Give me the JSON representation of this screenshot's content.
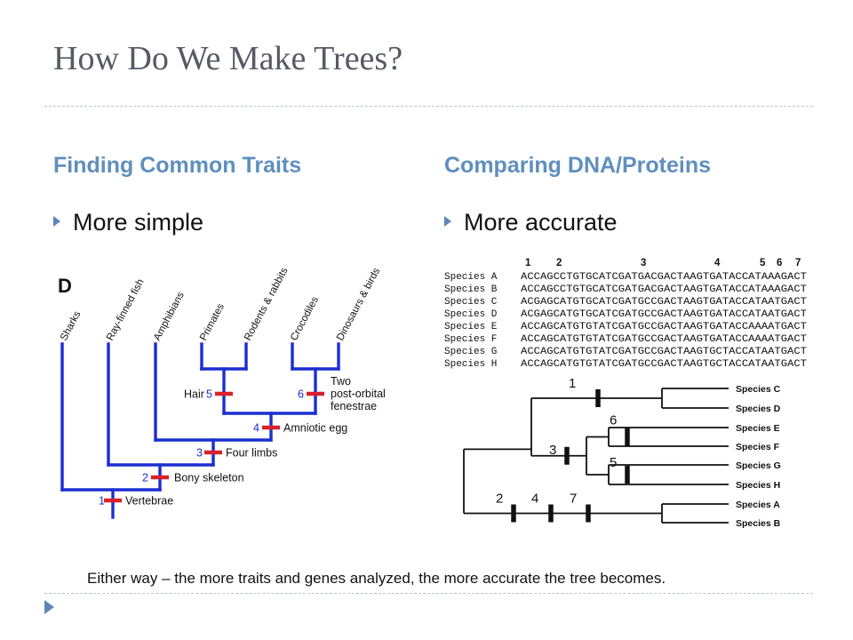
{
  "slide": {
    "title": "How Do We Make Trees?",
    "left_heading": "Finding Common Traits",
    "right_heading": "Comparing DNA/Proteins",
    "left_bullet": "More simple",
    "right_bullet": "More accurate",
    "caption": "Either way – the more traits and genes analyzed, the more accurate the tree becomes."
  },
  "trait_tree": {
    "panel_label": "D",
    "taxa": [
      "Sharks",
      "Ray-finned fish",
      "Amphibians",
      "Primates",
      "Rodents & rabbits",
      "Crocodiles",
      "Dinosaurs & birds"
    ],
    "traits": [
      {
        "num": "1",
        "name": "Vertebrae"
      },
      {
        "num": "2",
        "name": "Bony skeleton"
      },
      {
        "num": "3",
        "name": "Four limbs"
      },
      {
        "num": "4",
        "name": "Amniotic egg"
      },
      {
        "num": "5",
        "name": "Hair"
      },
      {
        "num": "6",
        "name": "Two post-orbital fenestrae"
      }
    ],
    "trait6_line1": "Two",
    "trait6_line2": "post-orbital",
    "trait6_line3": "fenestrae",
    "line_color": "#1a2fd1",
    "mark_color": "#d9212a",
    "number_color": "#1a2fd1"
  },
  "dna_alignment": {
    "position_numbers": [
      "1",
      "2",
      "3",
      "4",
      "5",
      "6",
      "7"
    ],
    "rows": [
      {
        "species": "Species A",
        "seq": "ACCAGCCTGTGCATCGATGACGACTAAGTGATACCATAAAGACT"
      },
      {
        "species": "Species B",
        "seq": "ACCAGCCTGTGCATCGATGACGACTAAGTGATACCATAAAGACT"
      },
      {
        "species": "Species C",
        "seq": "ACGAGCATGTGCATCGATGCCGACTAAGTGATACCATAATGACT"
      },
      {
        "species": "Species D",
        "seq": "ACGAGCATGTGCATCGATGCCGACTAAGTGATACCATAATGACT"
      },
      {
        "species": "Species E",
        "seq": "ACCAGCATGTGTATCGATGCCGACTAAGTGATACCAAAATGACT"
      },
      {
        "species": "Species F",
        "seq": "ACCAGCATGTGTATCGATGCCGACTAAGTGATACCAAAATGACT"
      },
      {
        "species": "Species G",
        "seq": "ACCAGCATGTGTATCGATGCCGACTAAGTGCTACCATAATGACT"
      },
      {
        "species": "Species H",
        "seq": "ACCAGCATGTGTATCGATGCCGACTAAGTGCTACCATAATGACT"
      }
    ]
  },
  "dna_tree": {
    "leaves": [
      "Species C",
      "Species D",
      "Species E",
      "Species F",
      "Species G",
      "Species H",
      "Species A",
      "Species B"
    ],
    "mutation_labels": [
      "1",
      "6",
      "3",
      "5",
      "2",
      "4",
      "7"
    ]
  }
}
